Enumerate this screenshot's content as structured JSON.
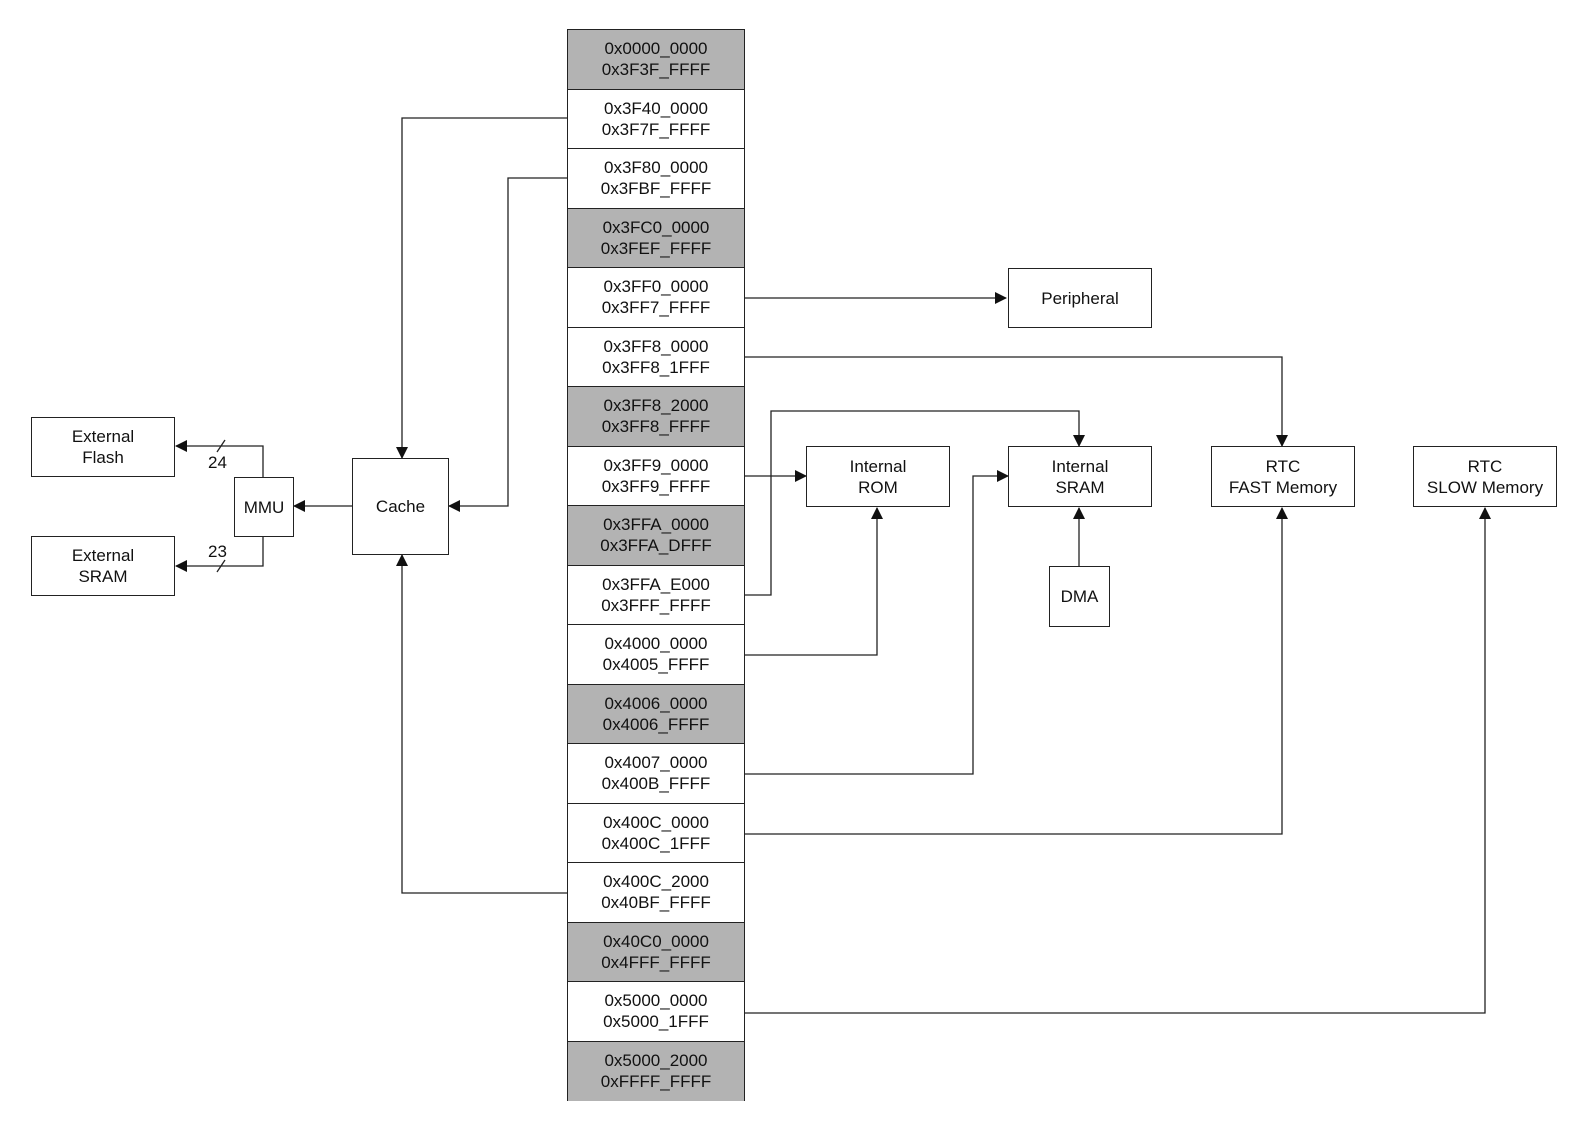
{
  "memory_map": [
    {
      "start": "0x0000_0000",
      "end": "0x3F3F_FFFF",
      "reserved": true
    },
    {
      "start": "0x3F40_0000",
      "end": "0x3F7F_FFFF",
      "reserved": false
    },
    {
      "start": "0x3F80_0000",
      "end": "0x3FBF_FFFF",
      "reserved": false
    },
    {
      "start": "0x3FC0_0000",
      "end": "0x3FEF_FFFF",
      "reserved": true
    },
    {
      "start": "0x3FF0_0000",
      "end": "0x3FF7_FFFF",
      "reserved": false
    },
    {
      "start": "0x3FF8_0000",
      "end": "0x3FF8_1FFF",
      "reserved": false
    },
    {
      "start": "0x3FF8_2000",
      "end": "0x3FF8_FFFF",
      "reserved": true
    },
    {
      "start": "0x3FF9_0000",
      "end": "0x3FF9_FFFF",
      "reserved": false
    },
    {
      "start": "0x3FFA_0000",
      "end": "0x3FFA_DFFF",
      "reserved": true
    },
    {
      "start": "0x3FFA_E000",
      "end": "0x3FFF_FFFF",
      "reserved": false
    },
    {
      "start": "0x4000_0000",
      "end": "0x4005_FFFF",
      "reserved": false
    },
    {
      "start": "0x4006_0000",
      "end": "0x4006_FFFF",
      "reserved": true
    },
    {
      "start": "0x4007_0000",
      "end": "0x400B_FFFF",
      "reserved": false
    },
    {
      "start": "0x400C_0000",
      "end": "0x400C_1FFF",
      "reserved": false
    },
    {
      "start": "0x400C_2000",
      "end": "0x40BF_FFFF",
      "reserved": false
    },
    {
      "start": "0x40C0_0000",
      "end": "0x4FFF_FFFF",
      "reserved": true
    },
    {
      "start": "0x5000_0000",
      "end": "0x5000_1FFF",
      "reserved": false
    },
    {
      "start": "0x5000_2000",
      "end": "0xFFFF_FFFF",
      "reserved": true
    }
  ],
  "blocks": {
    "external_flash": {
      "line1": "External",
      "line2": "Flash"
    },
    "external_sram": {
      "line1": "External",
      "line2": "SRAM"
    },
    "mmu": {
      "label": "MMU"
    },
    "cache": {
      "label": "Cache"
    },
    "peripheral": {
      "label": "Peripheral"
    },
    "internal_rom": {
      "line1": "Internal",
      "line2": "ROM"
    },
    "internal_sram": {
      "line1": "Internal",
      "line2": "SRAM"
    },
    "dma": {
      "label": "DMA"
    },
    "rtc_fast": {
      "line1": "RTC",
      "line2": "FAST Memory"
    },
    "rtc_slow": {
      "line1": "RTC",
      "line2": "SLOW Memory"
    }
  },
  "bus_widths": {
    "flash": "24",
    "sram": "23"
  },
  "colors": {
    "reserved_fill": "#b3b3b3",
    "line": "#222222"
  }
}
